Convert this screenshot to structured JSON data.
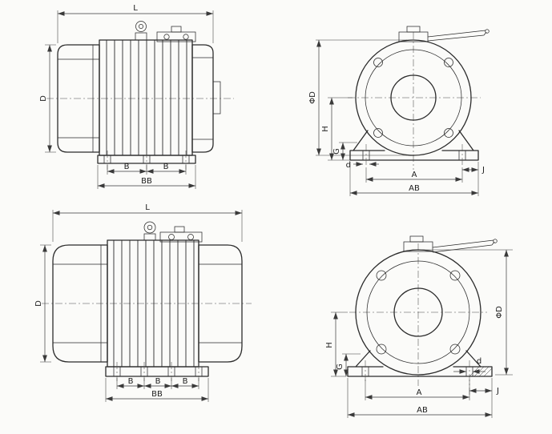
{
  "labels": {
    "L": "L",
    "D": "D",
    "B": "B",
    "BB": "BB",
    "phiD": "ΦD",
    "H": "H",
    "G": "G",
    "d": "d",
    "A": "A",
    "AB": "AB",
    "J": "J"
  },
  "colors": {
    "line": "#2b2b2b",
    "paper": "#fbfbf9"
  }
}
